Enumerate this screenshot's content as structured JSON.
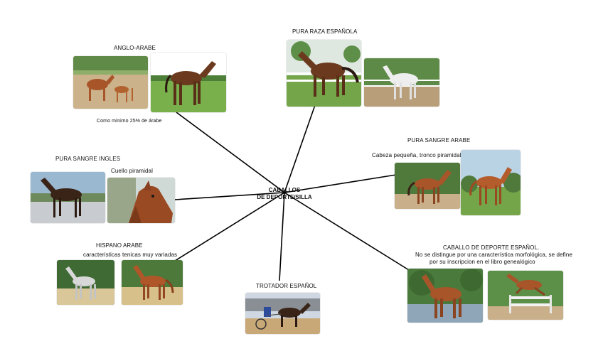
{
  "center": {
    "line1": "CABALLOS",
    "line2": "DE DEPORTE/SILLA"
  },
  "breeds": {
    "anglo": {
      "title": "ANGLO-ARABE",
      "note": "Como mínimo 25% de árabe"
    },
    "pre": {
      "title": "PURA RAZA ESPAÑOLA"
    },
    "psi": {
      "title": "PURA SANGRE INGLES",
      "note": "Cuello piramidal"
    },
    "psa": {
      "title": "PURA SANGRE ARABE",
      "note": "Cabeza pequeña, tronco piramidal"
    },
    "hispano": {
      "title": "HISPANO ARABE",
      "note": "caracteristicas tenicas muy variadas"
    },
    "trotador": {
      "title": "TROTADOR ESPAÑOL"
    },
    "cde": {
      "title": "CABALLO DE DEPORTE ESPAÑOL.",
      "note_line1": "No se distingue por una característica morfológica, se define",
      "note_line2": "por su inscripcion en el libro genealógico"
    }
  },
  "colors": {
    "connector": "#000000",
    "bay": "#6b3a1e",
    "chestnut": "#a8552a",
    "dark_bay": "#3a2418",
    "grey": "#dcdcdc",
    "grass": "#6fa044",
    "sand": "#c9a878",
    "sky": "#a9c6dd"
  }
}
